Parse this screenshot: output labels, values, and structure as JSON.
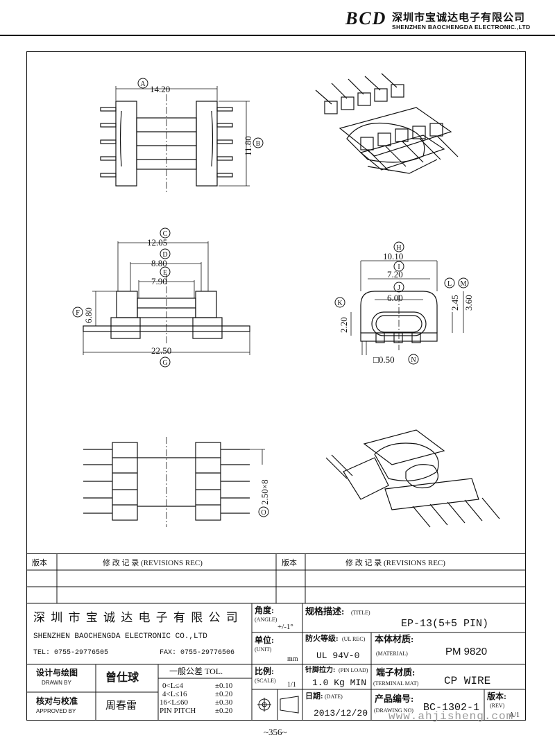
{
  "header": {
    "logo": "BCD",
    "company_cn": "深圳市宝诚达电子有限公司",
    "company_en": "SHENZHEN BAOCHENGDA ELECTRONIC.,LTD"
  },
  "drawing": {
    "dim_A": "14.20",
    "dim_B": "11.80",
    "dim_C": "12.05",
    "dim_D": "8.80",
    "dim_E": "7.90",
    "dim_F": "6.80",
    "dim_G": "22.50",
    "dim_H": "10.10",
    "dim_I": "7.20",
    "dim_J": "6.00",
    "dim_K": "2.20",
    "dim_L": "2.45",
    "dim_M": "3.60",
    "dim_N": "□0.50",
    "dim_O": "2.50×8",
    "labels": [
      "A",
      "B",
      "C",
      "D",
      "E",
      "F",
      "G",
      "H",
      "I",
      "J",
      "K",
      "L",
      "M",
      "N",
      "O"
    ]
  },
  "revisions": {
    "ver_label": "版本",
    "rec_label": "修 改 记 录 (REVISIONS REC)"
  },
  "title_block": {
    "company_cn": "深 圳 市 宝 诚 达 电 子 有 限 公 司",
    "company_en": "SHENZHEN BAOCHENGDA ELECTRONIC CO.,LTD",
    "tel": "TEL: 0755-29776505",
    "fax": "FAX: 0755-29776506",
    "angle_label": "角度:",
    "angle_en": "(ANGLE)",
    "angle_value": "+/-1°",
    "unit_label": "单位:",
    "unit_en": "(UNIT)",
    "unit_value": "mm",
    "scale_label": "比例:",
    "scale_en": "(SCALE)",
    "scale_value": "1/1",
    "title_label": "规格描述:",
    "title_en": "(TITLE)",
    "title_value": "EP-13(5+5 PIN)",
    "ul_label": "防火等级:",
    "ul_en": "(UL REC)",
    "ul_value": "UL 94V-0",
    "material_label": "本体材质:",
    "material_en": "(MATERIAL)",
    "material_value": "PM 9820",
    "pinload_label": "针脚拉力:",
    "pinload_en": "(PIN LOAD)",
    "pinload_value": "1.0 Kg MIN",
    "terminal_label": "端子材质:",
    "terminal_en": "(TERMINAL MAT)",
    "terminal_value": "CP WIRE",
    "date_label": "日期:",
    "date_en": "(DATE)",
    "date_value": "2013/12/20",
    "drawno_label": "产品编号:",
    "drawno_en": "(DRAWING NO)",
    "drawno_value": "BC-1302-1",
    "rev_label": "版本:",
    "rev_en": "(REV)",
    "rev_value": "A/1",
    "drawn_label": "设计与绘图",
    "drawn_en": "DRAWN BY",
    "drawn_value": "曾仕球",
    "approved_label": "核对与校准",
    "approved_en": "APPROVED BY",
    "approved_value": "周春雷",
    "tol_title": "一般公差 TOL.",
    "tol_rows": [
      {
        "range": "0<L≤4",
        "value": "±0.10"
      },
      {
        "range": "4<L≤16",
        "value": "±0.20"
      },
      {
        "range": "16<L≤60",
        "value": "±0.30"
      },
      {
        "range": "PIN PITCH",
        "value": "±0.20"
      }
    ]
  },
  "footer": {
    "page": "~356~",
    "watermark": "www.ahjisheng.com"
  }
}
